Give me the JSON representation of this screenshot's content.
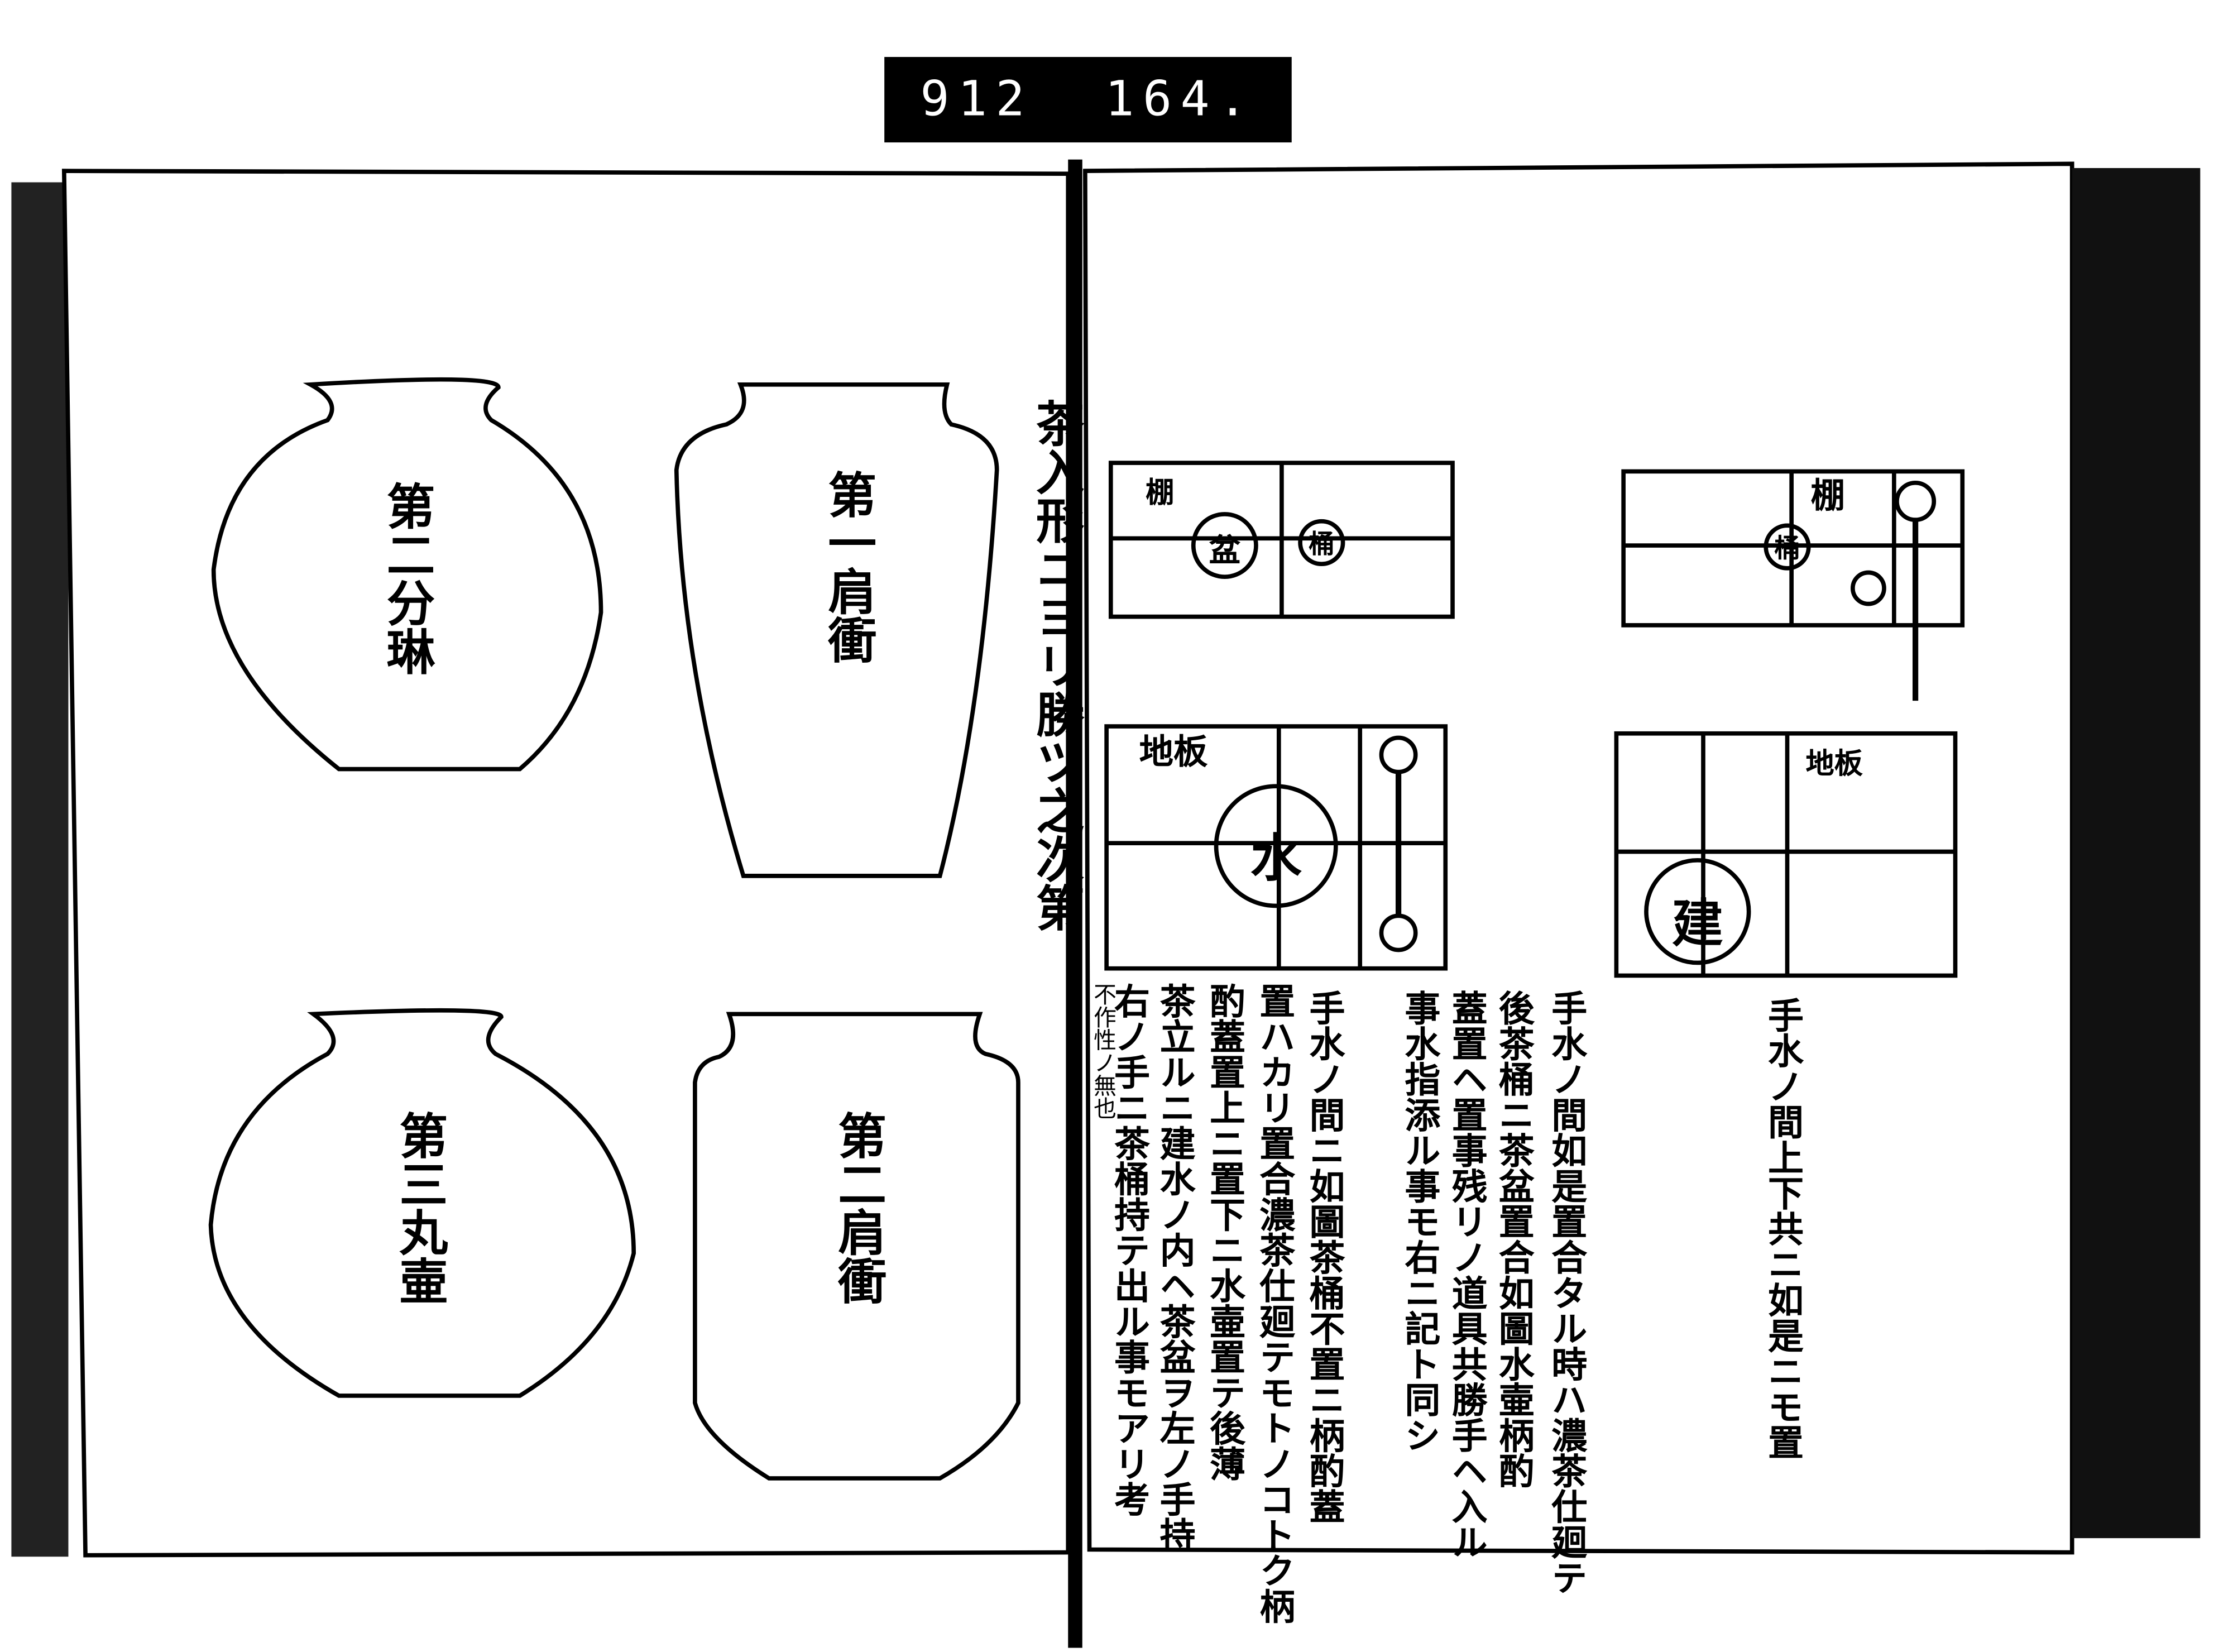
{
  "catalog_label": {
    "left": "912",
    "right": "164."
  },
  "spine_title": "茶入形ニヨリ勝ツ之次第",
  "left_page": {
    "jars": [
      {
        "label": "第二分琳"
      },
      {
        "label": "第一肩衝"
      },
      {
        "label": "第三丸壷"
      },
      {
        "label": "第二肩衝"
      }
    ]
  },
  "right_page": {
    "diagrams": {
      "shelf_left": {
        "label": "棚",
        "circle_a": "盆",
        "circle_b": "桶"
      },
      "shelf_right": {
        "label": "棚",
        "circle_a": "桶"
      },
      "floor_left": {
        "label": "地板",
        "circle_a": "水"
      },
      "floor_right": {
        "label": "地板",
        "circle_a": "建"
      }
    },
    "caption": "手水ノ間上下共ニ如是ニモ置",
    "block1": [
      "手水ノ間如是置合タル時ハ濃茶仕廻テ",
      "後茶桶ニ茶盆置合如圖水壷柄酌",
      "蓋置ヘ置事残リノ道具共勝手ヘ入ル",
      "事水指添ル事モ右ニ記ト同シ"
    ],
    "block2": [
      "手水ノ間ニ如圖茶桶不置ニ柄酌蓋",
      "置ハカリ置合濃茶仕廻テモトノコトク柄",
      "酌蓋置上ニ置下ニ水壷置テ後薄",
      "茶立ルニ建水ノ内ヘ茶盆ヲ左ノ手持",
      "右ノ手ニ茶桶持テ出ル事モアリ考"
    ],
    "note": "不作性ノ無也"
  }
}
